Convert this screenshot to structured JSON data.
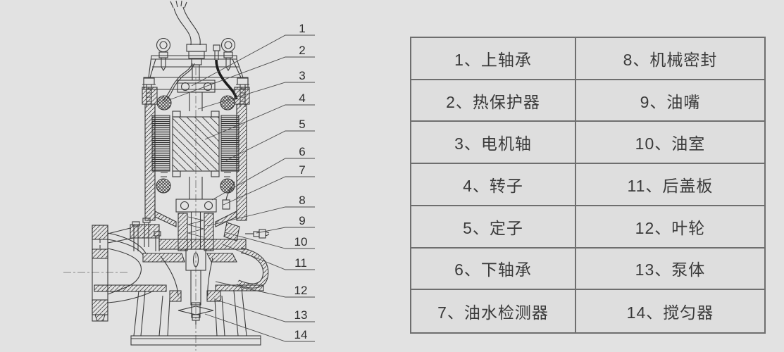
{
  "diagram": {
    "title_semantic": "submersible-sewage-pump-cross-section",
    "callouts": [
      {
        "num": "1",
        "part": "上轴承"
      },
      {
        "num": "2",
        "part": "热保护器"
      },
      {
        "num": "3",
        "part": "电机轴"
      },
      {
        "num": "4",
        "part": "转子"
      },
      {
        "num": "5",
        "part": "定子"
      },
      {
        "num": "6",
        "part": "下轴承"
      },
      {
        "num": "7",
        "part": "油水检测器"
      },
      {
        "num": "8",
        "part": "机械密封"
      },
      {
        "num": "9",
        "part": "油嘴"
      },
      {
        "num": "10",
        "part": "油室"
      },
      {
        "num": "11",
        "part": "后盖板"
      },
      {
        "num": "12",
        "part": "叶轮"
      },
      {
        "num": "13",
        "part": "泵体"
      },
      {
        "num": "14",
        "part": "搅匀器"
      }
    ]
  },
  "table": {
    "rows": [
      {
        "left": "1、上轴承",
        "right": "8、机械密封"
      },
      {
        "left": "2、热保护器",
        "right": "9、油嘴"
      },
      {
        "left": "3、电机轴",
        "right": "10、油室"
      },
      {
        "left": "4、转子",
        "right": "11、后盖板"
      },
      {
        "left": "5、定子",
        "right": "12、叶轮"
      },
      {
        "left": "6、下轴承",
        "right": "13、泵体"
      },
      {
        "left": "7、油水检测器",
        "right": "14、搅匀器"
      }
    ]
  },
  "colors": {
    "background": "#e2e2e2",
    "line": "#3a3a3a",
    "table_border": "#6e6e6e",
    "text": "#3a3a3a"
  }
}
